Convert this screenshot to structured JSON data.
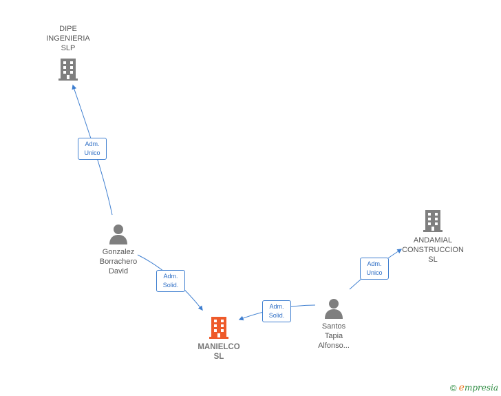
{
  "nodes": {
    "dipe": {
      "label": "DIPE\nINGENIERIA\nSLP",
      "icon": "building-icon",
      "color": "#7f7f7f"
    },
    "andamial": {
      "label": "ANDAMIAL\nCONSTRUCCION\nSL",
      "icon": "building-icon",
      "color": "#7f7f7f"
    },
    "manielco": {
      "label": "MANIELCO\nSL",
      "icon": "building-icon",
      "color": "#ee5a2a"
    },
    "gonzalez": {
      "label": "Gonzalez\nBorrachero\nDavid",
      "icon": "person-icon",
      "color": "#7f7f7f"
    },
    "santos": {
      "label": "Santos\nTapia\nAlfonso...",
      "icon": "person-icon",
      "color": "#7f7f7f"
    }
  },
  "edges": {
    "gonzalez_dipe": "Adm.\nUnico",
    "gonzalez_manielco": "Adm.\nSolid.",
    "santos_manielco": "Adm.\nSolid.",
    "santos_andamial": "Adm.\nUnico"
  },
  "edge_color": "#3f7fd0",
  "footer": {
    "copyright": "©",
    "brand_initial": "e",
    "brand_rest": "mpresia"
  }
}
